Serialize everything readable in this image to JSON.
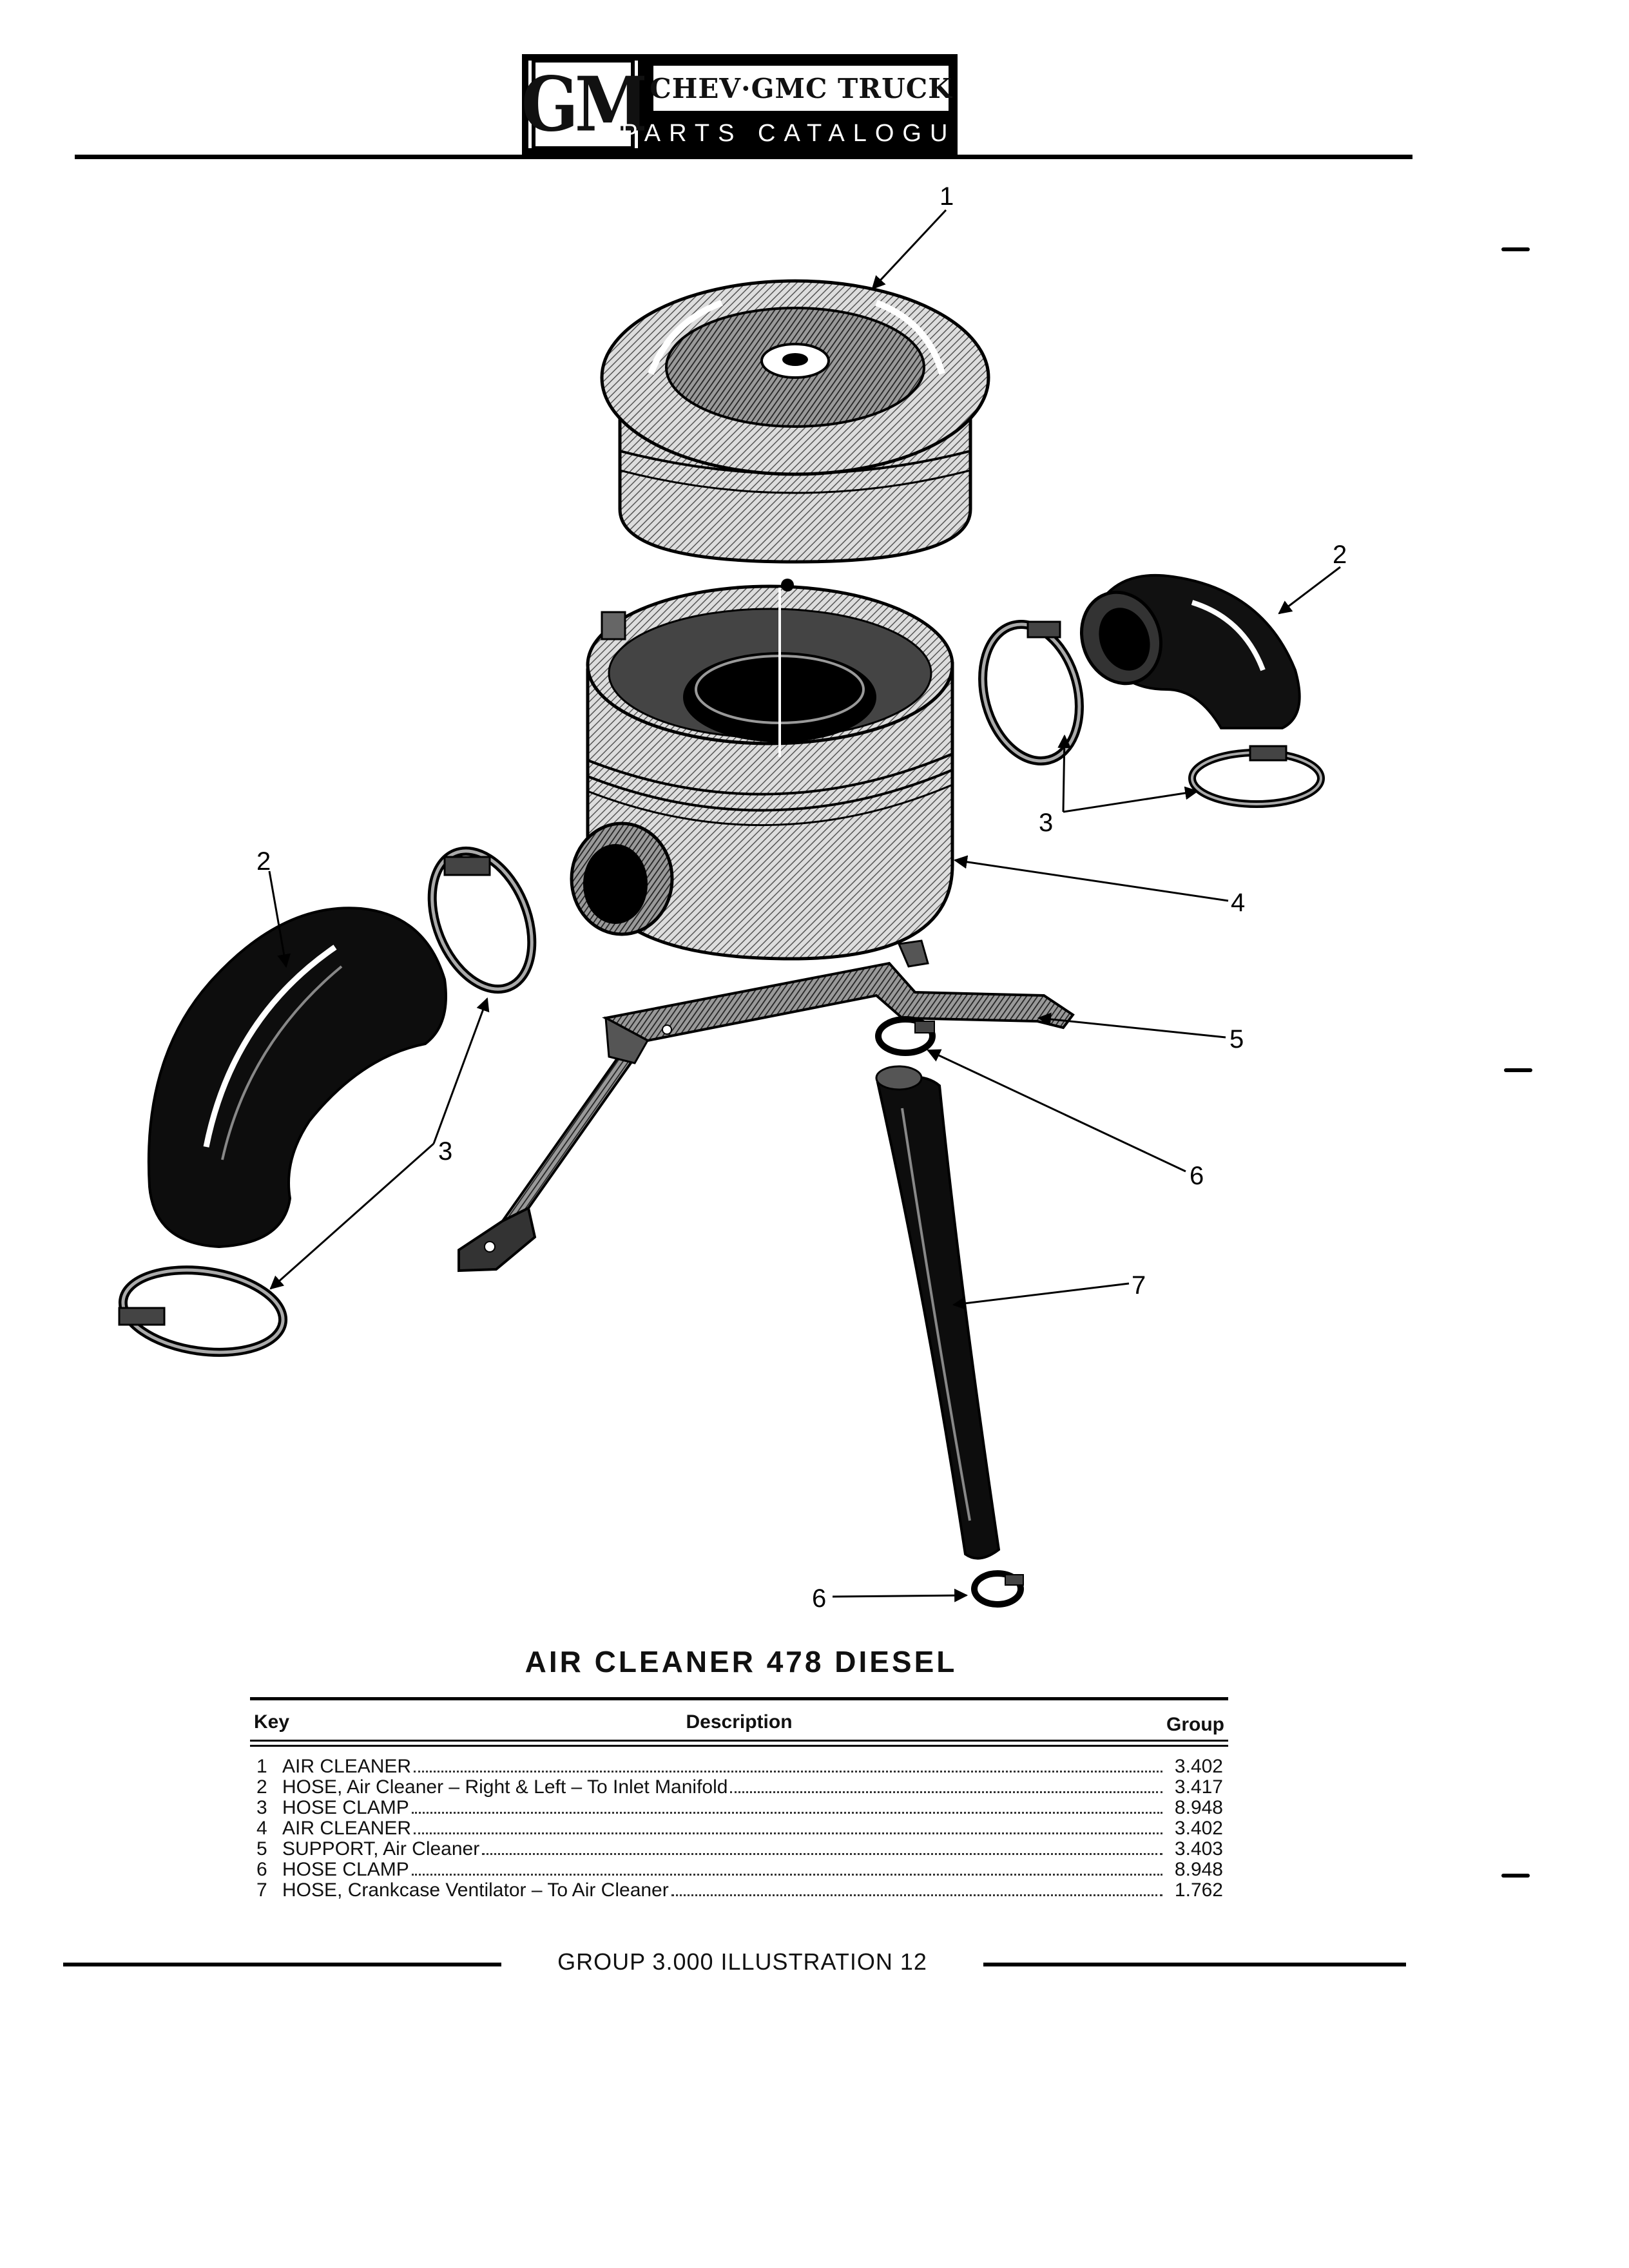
{
  "header": {
    "logo": "GM",
    "brand": "CHEV·GMC TRUCK",
    "subtitle": "PARTS CATALOGUE"
  },
  "figure": {
    "title": "AIR CLEANER 478 DIESEL",
    "callouts": [
      "1",
      "2",
      "2",
      "3",
      "3",
      "4",
      "5",
      "6",
      "6",
      "7"
    ]
  },
  "table": {
    "headers": {
      "key": "Key",
      "description": "Description",
      "group": "Group"
    },
    "rows": [
      {
        "key": "1",
        "description": "AIR CLEANER",
        "group": "3.402"
      },
      {
        "key": "2",
        "description": "HOSE, Air Cleaner – Right & Left – To Inlet Manifold",
        "group": "3.417"
      },
      {
        "key": "3",
        "description": "HOSE CLAMP",
        "group": "8.948"
      },
      {
        "key": "4",
        "description": "AIR CLEANER",
        "group": "3.402"
      },
      {
        "key": "5",
        "description": "SUPPORT, Air Cleaner",
        "group": "3.403"
      },
      {
        "key": "6",
        "description": "HOSE CLAMP",
        "group": "8.948"
      },
      {
        "key": "7",
        "description": "HOSE, Crankcase Ventilator – To Air Cleaner",
        "group": "1.762"
      }
    ]
  },
  "footer": {
    "text": "GROUP 3.000 ILLUSTRATION 12"
  }
}
